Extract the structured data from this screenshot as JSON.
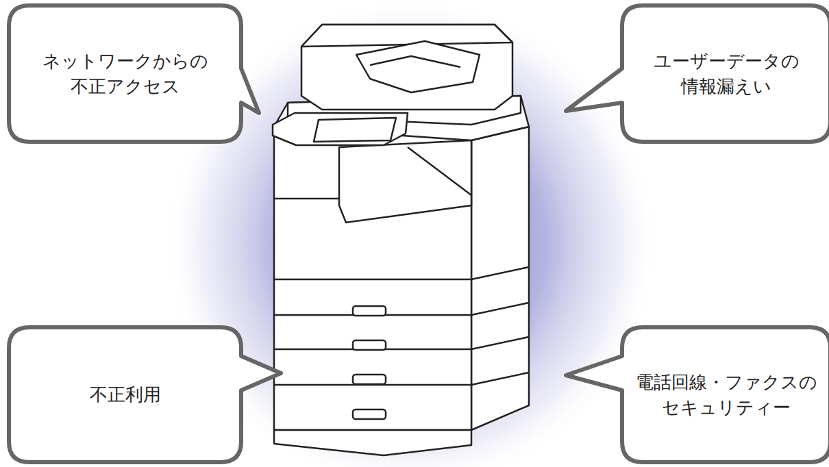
{
  "diagram": {
    "nodes": [
      {
        "text": [
          "ネットワークからの 不正アクセス"
        ]
      },
      {
        "text": [
          "ユーザーデータの 情報漏えい"
        ]
      },
      {
        "text": [
          "不正利用"
        ]
      },
      {
        "text": [
          "電話回線・ファクスの セキュリティー"
        ]
      }
    ]
  }
}
